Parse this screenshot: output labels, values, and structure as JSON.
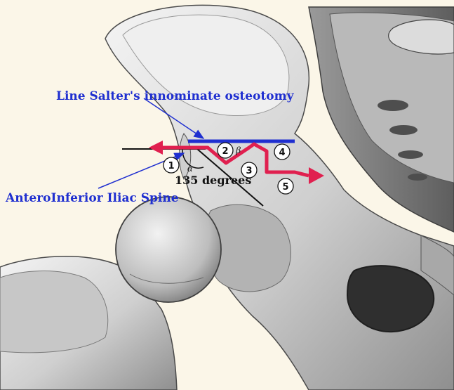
{
  "labels": {
    "salter_line": "Line Salter's innominate osteotomy",
    "spine": "AnteroInferior Iliac Spine",
    "angle": "135 degrees",
    "alpha": "α",
    "beta": "β"
  },
  "markers": [
    "1",
    "2",
    "3",
    "4",
    "5"
  ],
  "colors": {
    "salter_line": "#1f2fd0",
    "osteotomy_path": "#e0204f",
    "background": "#fbf6e8",
    "bone": "#d6d6d6"
  },
  "icons": {
    "femur": "femur-illustration-icon",
    "pelvis": "pelvis-illustration-icon"
  }
}
